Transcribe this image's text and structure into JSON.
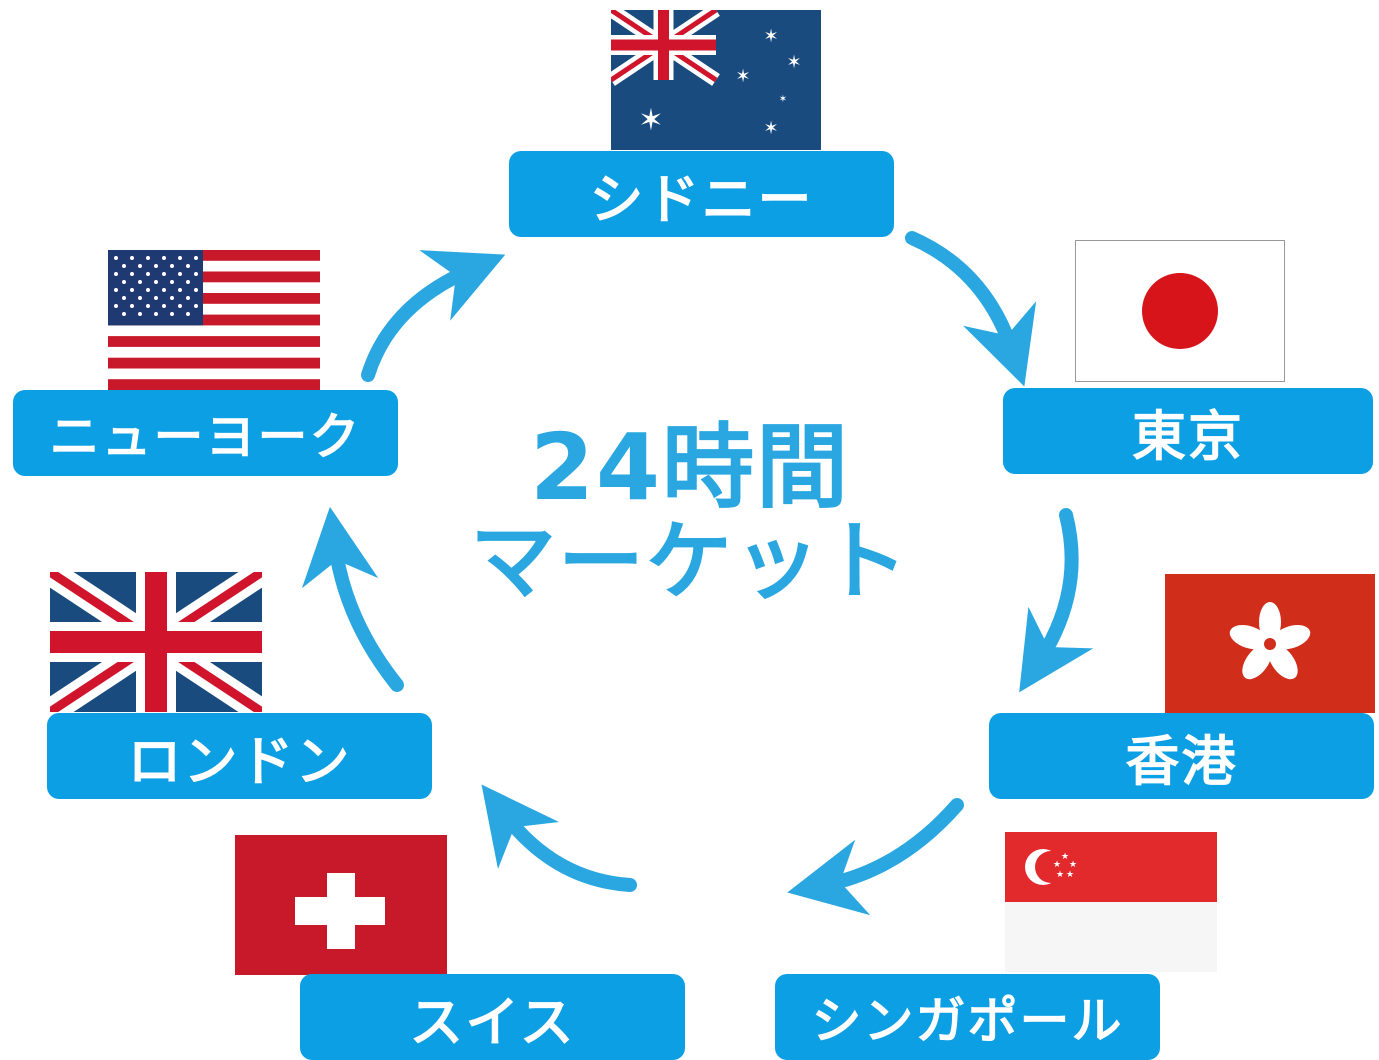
{
  "title": {
    "line1": "24時間",
    "line2": "マーケット"
  },
  "accent_color": "#0d9fe3",
  "arrow_color": "#2aa7e0",
  "cities": [
    {
      "id": "sydney",
      "label": "シドニー",
      "flag": "australia-flag"
    },
    {
      "id": "tokyo",
      "label": "東京",
      "flag": "japan-flag"
    },
    {
      "id": "hongkong",
      "label": "香港",
      "flag": "hong-kong-flag"
    },
    {
      "id": "singapore",
      "label": "シンガポール",
      "flag": "singapore-flag"
    },
    {
      "id": "switzerland",
      "label": "スイス",
      "flag": "switzerland-flag"
    },
    {
      "id": "london",
      "label": "ロンドン",
      "flag": "united-kingdom-flag"
    },
    {
      "id": "newyork",
      "label": "ニューヨーク",
      "flag": "usa-flag"
    }
  ]
}
